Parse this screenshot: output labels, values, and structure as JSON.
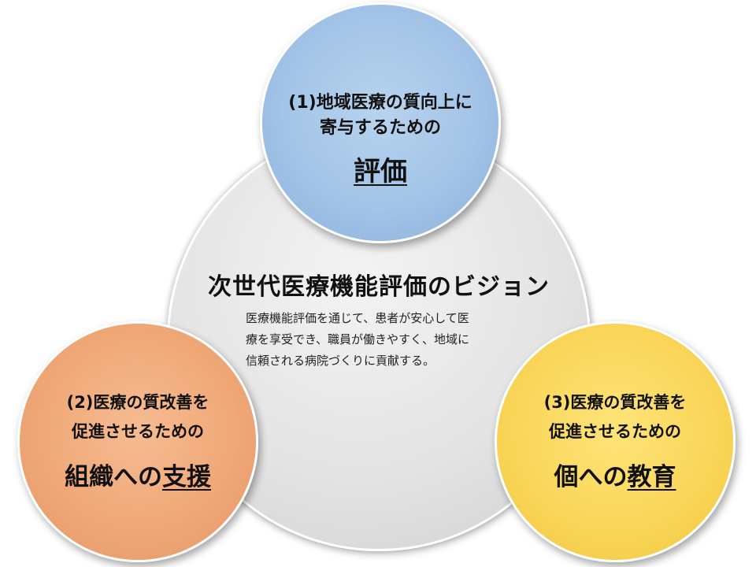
{
  "center": {
    "title": "次世代医療機能評価のビジョン",
    "body_lines": [
      "医療機能評価を通じて、患者が安心して医",
      "療を享受でき、職員が働きやすく、地域に",
      "信頼される病院づくりに貢献する。"
    ]
  },
  "top_circle": {
    "line1": "(1)地域医療の質向上に",
    "line2": "寄与するための",
    "keyword": "評価"
  },
  "left_circle": {
    "line1": "(2)医療の質改善を",
    "line2": "促進させるための",
    "keyword_prefix": "組織への",
    "keyword": "支援"
  },
  "right_circle": {
    "line1": "(3)医療の質改善を",
    "line2": "促進させるための",
    "keyword_prefix": "個への",
    "keyword": "教育"
  },
  "colors": {
    "center_fill": "#e4e4e4",
    "top_fill": "#a3c4e7",
    "left_fill": "#f0a877",
    "right_fill": "#fad65a"
  }
}
